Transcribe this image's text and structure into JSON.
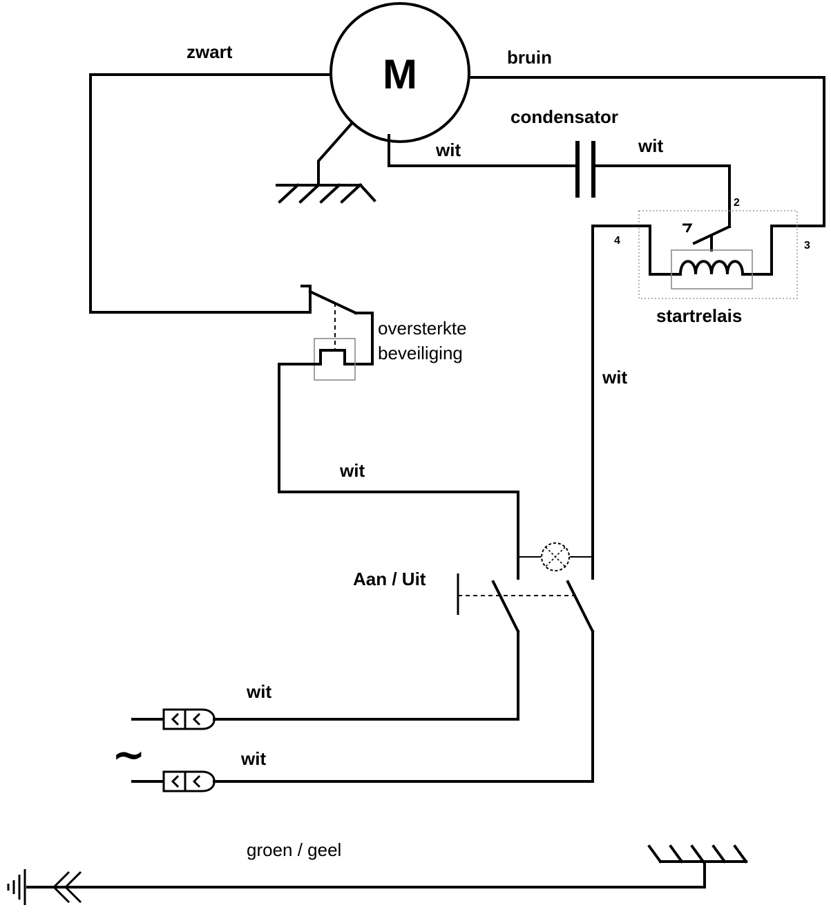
{
  "motor": {
    "symbol": "M"
  },
  "wires": {
    "black": "zwart",
    "brown": "bruin",
    "white_motor_capacitor": "wit",
    "white_capacitor_relay": "wit",
    "white_relay_switch": "wit",
    "white_protection_switch": "wit",
    "white_plug_1": "wit",
    "white_plug_2": "wit",
    "earth": "groen / geel"
  },
  "components": {
    "capacitor": "condensator",
    "start_relay": "startrelais",
    "protection_line1": "oversterkte",
    "protection_line2": "beveiliging",
    "switch": "Aan / Uit",
    "ac_symbol": "~"
  },
  "terminals": {
    "t2": "2",
    "t3": "3",
    "t4": "4"
  }
}
